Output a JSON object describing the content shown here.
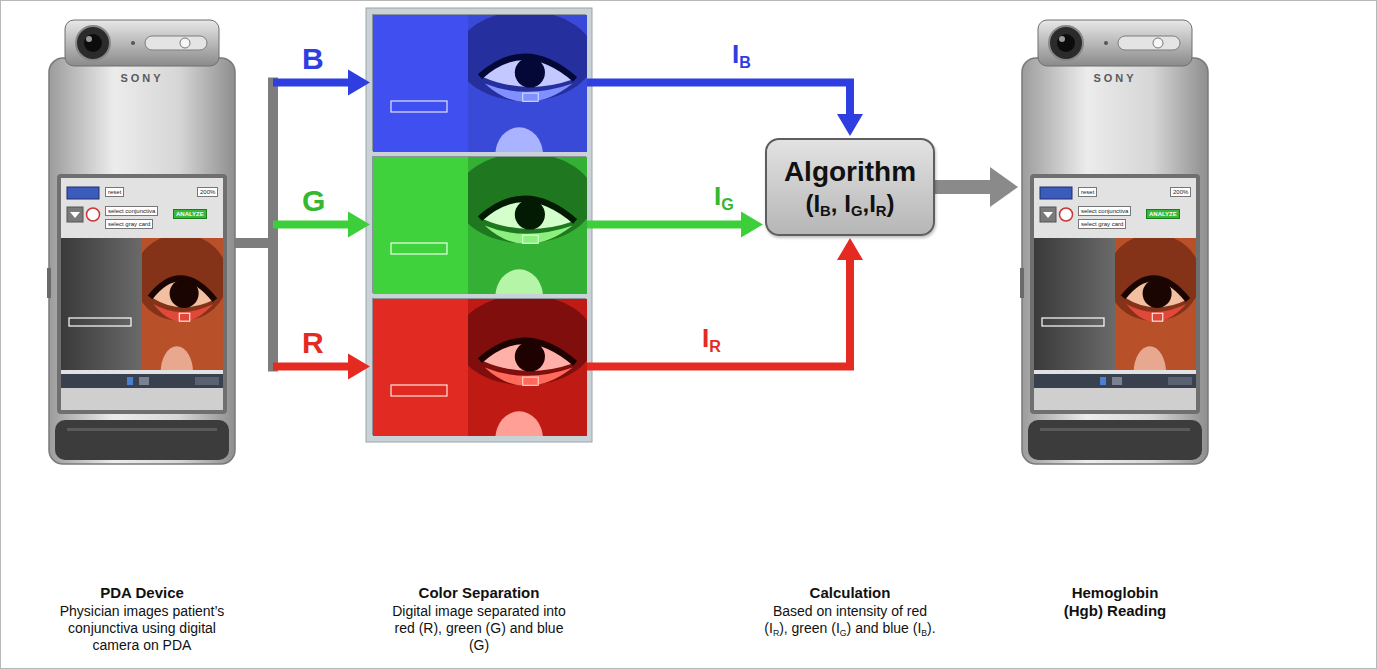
{
  "diagram": {
    "nodes": [
      {
        "text": [
          "SONY"
        ]
      },
      {
        "text": []
      },
      {
        "text": []
      },
      {
        "text": []
      },
      {
        "text": [
          "Algorithm",
          "(IB, IG,IR)"
        ]
      },
      {
        "text": [
          "SONY"
        ]
      }
    ],
    "edges": [
      {
        "from": 0,
        "to": 1,
        "arrow": "to",
        "label": "B"
      },
      {
        "from": 0,
        "to": 2,
        "arrow": "to",
        "label": "G"
      },
      {
        "from": 0,
        "to": 3,
        "arrow": "to",
        "label": "R"
      },
      {
        "from": 1,
        "to": 4,
        "arrow": "to",
        "label": "IB"
      },
      {
        "from": 2,
        "to": 4,
        "arrow": "to",
        "label": "IG"
      },
      {
        "from": 3,
        "to": 4,
        "arrow": "to",
        "label": "IR"
      },
      {
        "from": 4,
        "to": 5,
        "arrow": "to"
      }
    ],
    "labels": [
      "reset",
      "200%",
      "select conjunctiva",
      "select gray card",
      "ANALYZE",
      "PDA Device",
      "Physician images patient’s conjunctiva using digital camera on PDA",
      "Color Separation",
      "Digital image separated into red (R), green (G) and blue (G)",
      "Calculation",
      "Based on intensity of red (IR), green (IG) and blue (IB).",
      "Hemoglobin (Hgb) Reading",
      "reset",
      "200%",
      "select conjunctiva",
      "select gray card",
      "ANALYZE"
    ]
  }
}
